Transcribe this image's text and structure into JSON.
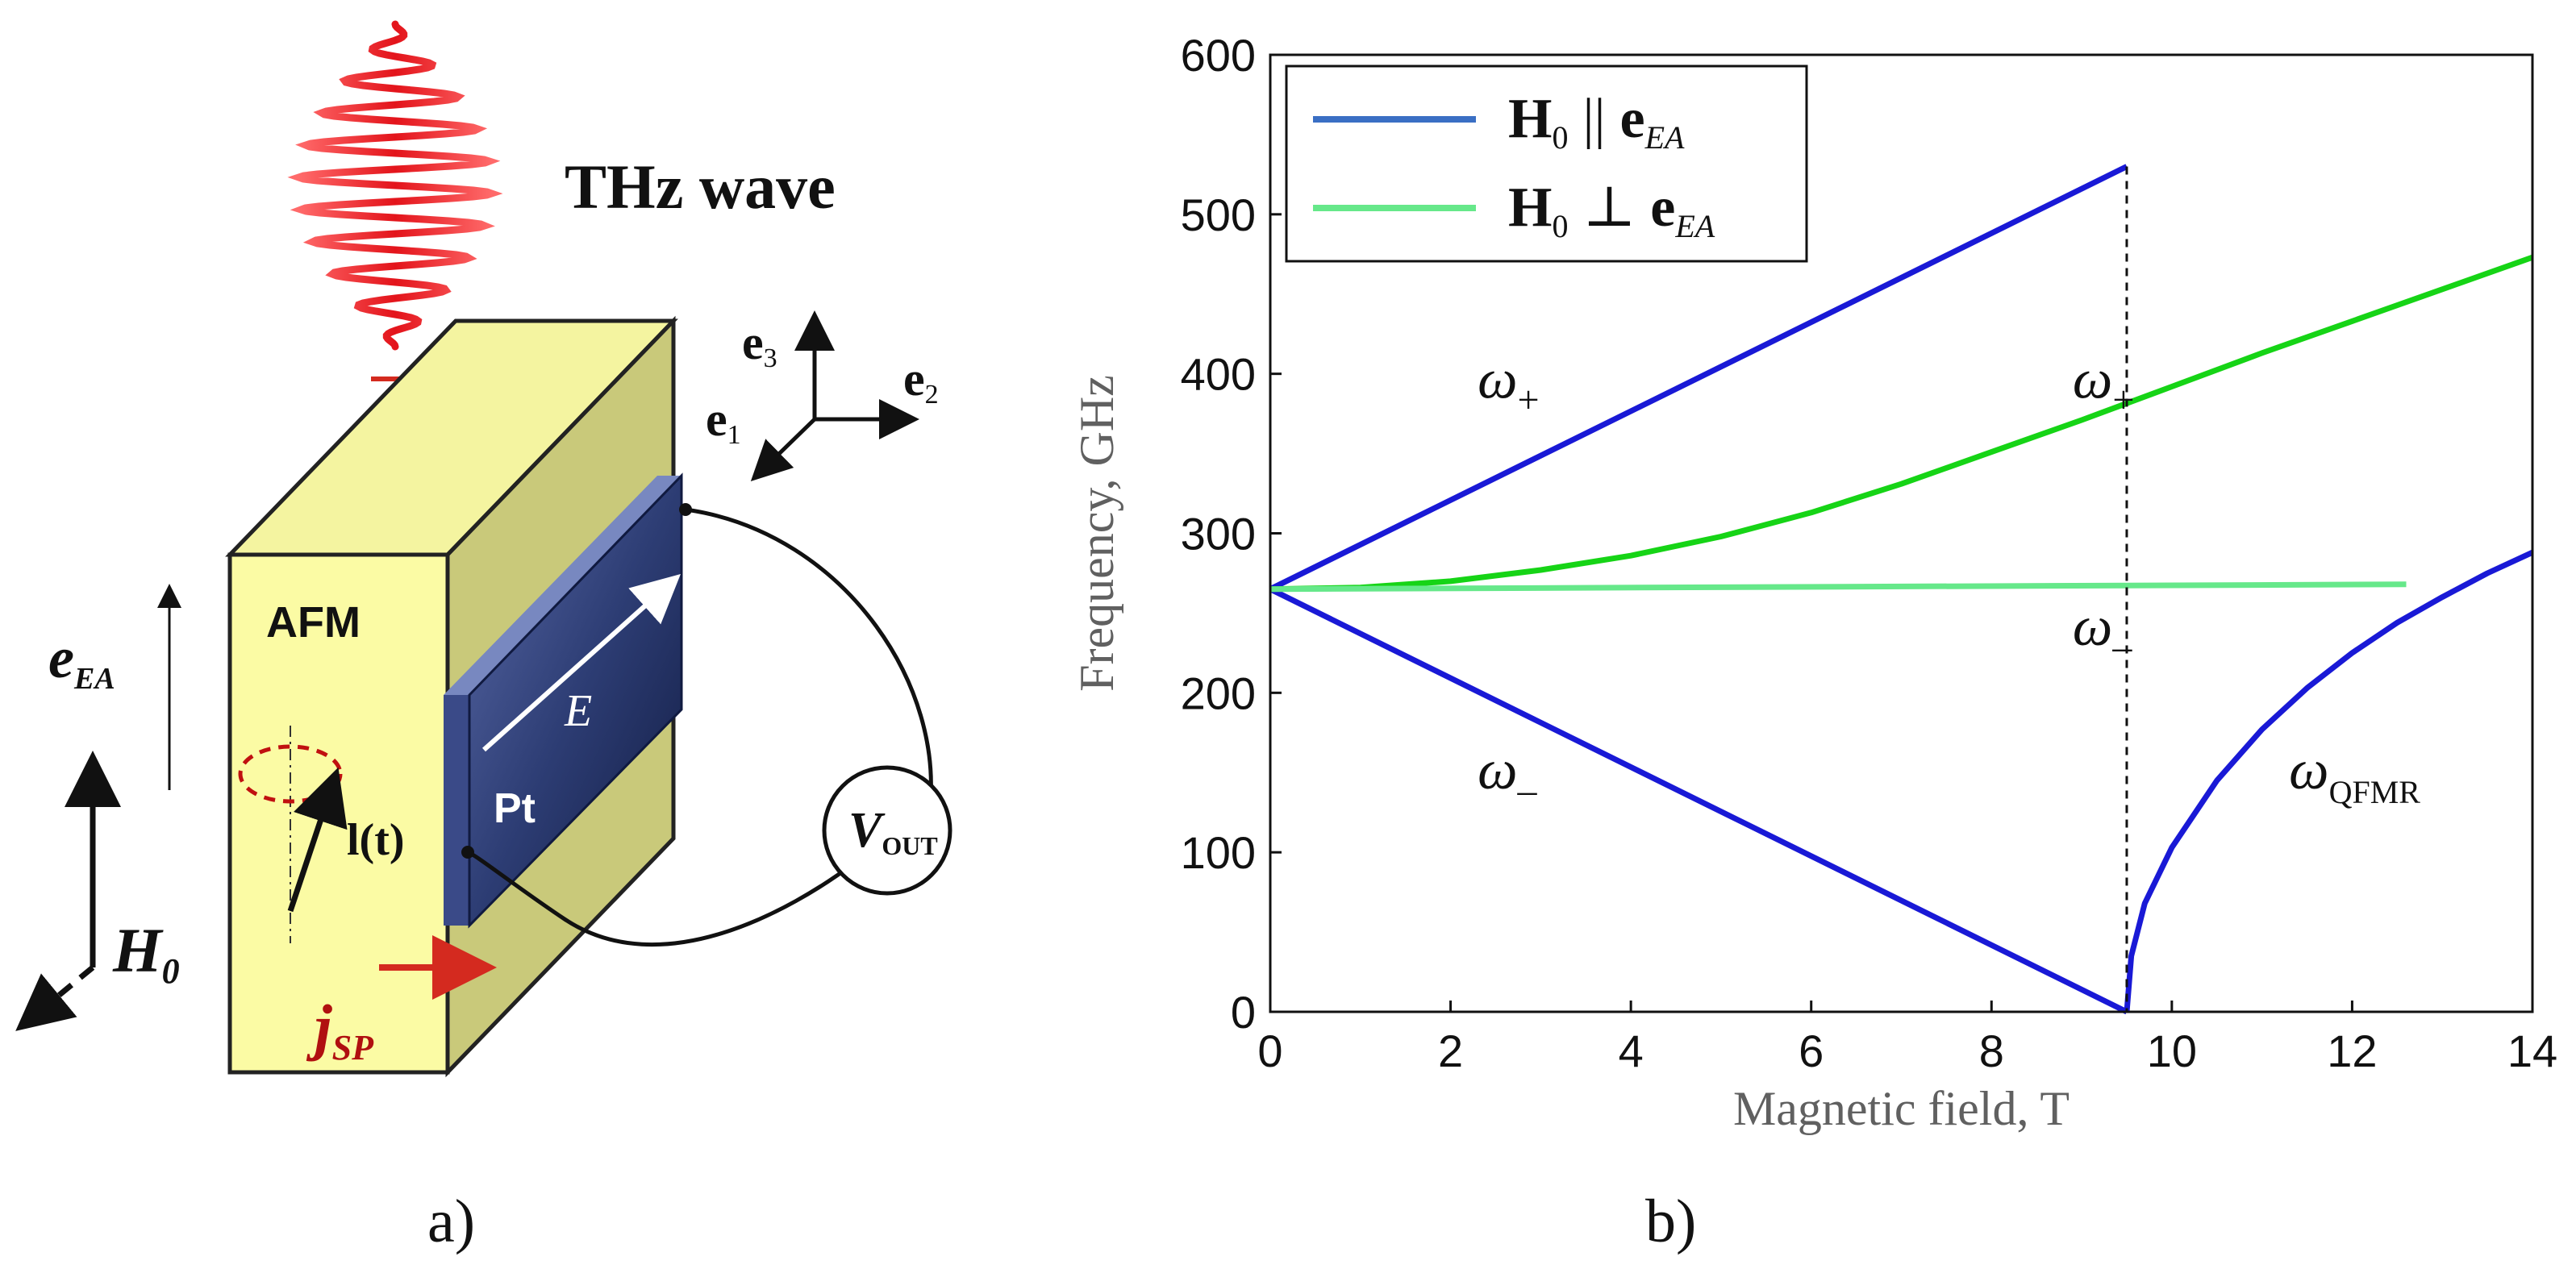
{
  "colors": {
    "afm_front": "#fbfba4",
    "afm_top": "#f4f4a0",
    "afm_side": "#c9c97a",
    "pt_front": "#2d3d74",
    "pt_dark": "#1a2650",
    "wave": "#e3141b",
    "arrow_red": "#d42a1f",
    "text_red": "#b01010",
    "series_parallel": "#1919d6",
    "series_perp_rising": "#16d416",
    "series_perp_flat": "#66e88a",
    "legend_parallel": "#3a6fc4",
    "legend_perp": "#66e88a",
    "axis_text": "#606060"
  },
  "panel_a": {
    "caption": "a)",
    "thz_label": "THz wave",
    "afm_label": "AFM",
    "pt_label": "Pt",
    "efield_label": "E",
    "vout_label": "V",
    "vout_sub": "OUT",
    "l_label": "l(t)",
    "h0_label": "H",
    "h0_sub": "0",
    "jsp_label": "j",
    "jsp_sub": "SP",
    "eea_label": "e",
    "eea_sub": "EA",
    "axis_e1": "e",
    "axis_e1_sub": "1",
    "axis_e2": "e",
    "axis_e2_sub": "2",
    "axis_e3": "e",
    "axis_e3_sub": "3"
  },
  "panel_b": {
    "caption": "b)"
  },
  "chart_data": {
    "type": "line",
    "xlabel": "Magnetic field, T",
    "ylabel": "Frequency,  GHz",
    "xlim": [
      0,
      14
    ],
    "ylim": [
      0,
      600
    ],
    "xticks": [
      0,
      2,
      4,
      6,
      8,
      10,
      12,
      14
    ],
    "yticks": [
      0,
      100,
      200,
      300,
      400,
      500,
      600
    ],
    "legend_position": "top-left",
    "legend": [
      {
        "main": "H",
        "sub": "0",
        "relation": "||",
        "vec": "e",
        "vec_sub": "EA"
      },
      {
        "main": "H",
        "sub": "0",
        "relation": "⊥",
        "vec": "e",
        "vec_sub": "EA"
      }
    ],
    "spin_flop_field": 9.5,
    "series": [
      {
        "key": "par_plus",
        "color_key": "series_parallel",
        "points": [
          [
            0,
            265
          ],
          [
            9.5,
            530
          ]
        ]
      },
      {
        "key": "par_minus",
        "color_key": "series_parallel",
        "points": [
          [
            0,
            265
          ],
          [
            9.5,
            0
          ]
        ]
      },
      {
        "key": "par_qfmr",
        "color_key": "series_parallel",
        "points": [
          [
            9.5,
            0
          ],
          [
            9.55,
            35
          ],
          [
            9.7,
            68
          ],
          [
            10,
            103
          ],
          [
            10.5,
            145
          ],
          [
            11,
            177
          ],
          [
            11.5,
            203
          ],
          [
            12,
            225
          ],
          [
            12.5,
            244
          ],
          [
            13,
            260
          ],
          [
            13.5,
            275
          ],
          [
            14,
            288
          ]
        ]
      },
      {
        "key": "perp_plus",
        "color_key": "series_perp_rising",
        "points": [
          [
            0,
            265
          ],
          [
            1,
            266
          ],
          [
            2,
            270
          ],
          [
            3,
            277
          ],
          [
            4,
            286
          ],
          [
            5,
            298
          ],
          [
            6,
            313
          ],
          [
            7,
            331
          ],
          [
            8,
            351
          ],
          [
            9,
            371
          ],
          [
            10,
            392
          ],
          [
            11,
            413
          ],
          [
            12,
            433
          ],
          [
            13,
            453
          ],
          [
            14,
            473
          ]
        ]
      },
      {
        "key": "perp_minus",
        "color_key": "series_perp_flat",
        "points": [
          [
            0,
            265
          ],
          [
            12.6,
            268
          ]
        ]
      }
    ],
    "annotations": [
      {
        "text": "ω",
        "sub": "+",
        "x": 2.3,
        "y": 385
      },
      {
        "text": "ω",
        "sub": "+",
        "x": 8.9,
        "y": 385
      },
      {
        "text": "ω",
        "sub": "–",
        "x": 8.9,
        "y": 230
      },
      {
        "text": "ω",
        "sub": "–",
        "x": 2.3,
        "y": 140
      },
      {
        "text": "ω",
        "sub": "QFMR",
        "x": 11.3,
        "y": 140
      }
    ]
  }
}
